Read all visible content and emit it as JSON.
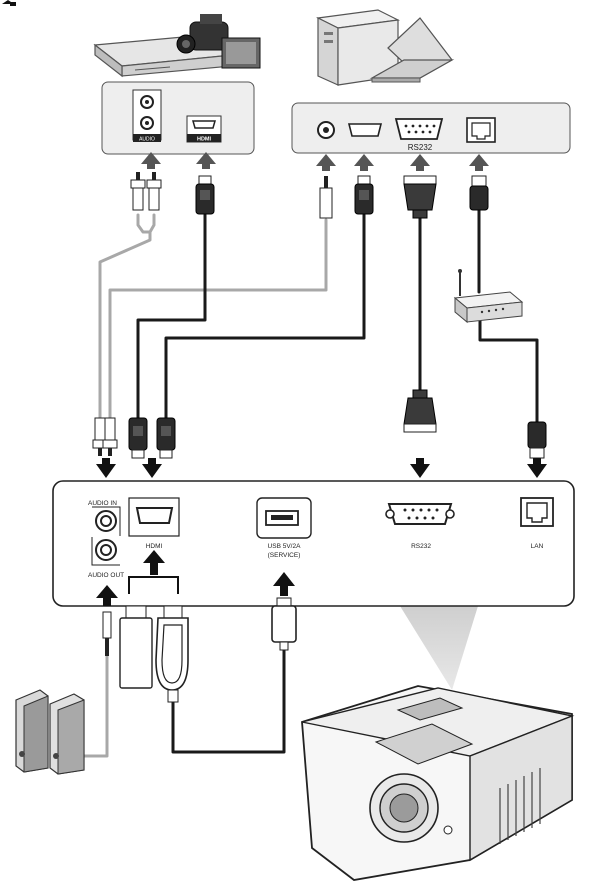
{
  "top_panel_right": {
    "rs232_label": "RS232"
  },
  "top_panel_left": {
    "audio_jack_label": "AUDIO",
    "hdmi_label": "HDMI"
  },
  "projector_panel": {
    "audio_in_label": "AUDIO IN",
    "audio_out_label": "AUDIO OUT",
    "hdmi_label": "HDMI",
    "usb_label_line1": "USB 5V/2A",
    "usb_label_line2": "(SERVICE)",
    "rs232_label": "RS232",
    "lan_label": "LAN"
  },
  "colors": {
    "cable_dark": "#1a1a1a",
    "cable_gray": "#a8a8a8",
    "panel_fill": "#eeeeee",
    "arrow": "#111111"
  }
}
